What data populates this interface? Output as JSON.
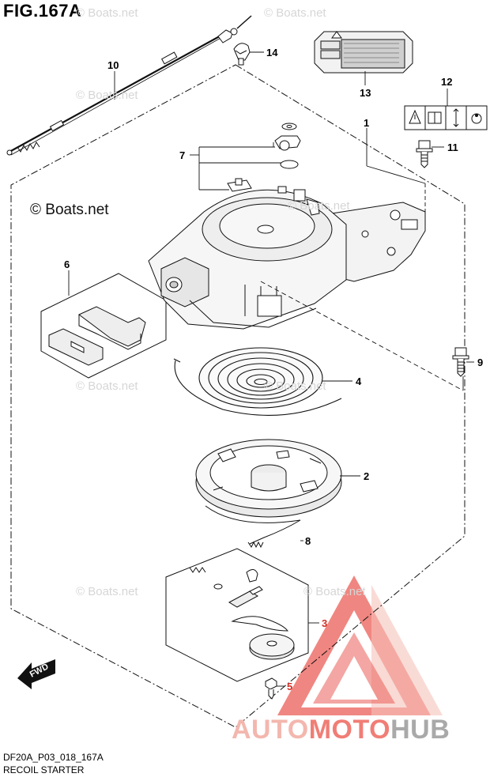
{
  "figure": {
    "title": "FIG.167A",
    "code": "DF20A_P03_018_167A",
    "caption": "RECOIL STARTER"
  },
  "watermark": {
    "main": "© Boats.net",
    "faint": "© Boats.net"
  },
  "brand": {
    "part1": "AUTO",
    "part2": "MOTO",
    "part3": "HUB"
  },
  "fwd_label": "FWD",
  "callouts": [
    {
      "id": "1",
      "part": "recoil-starter-assembly"
    },
    {
      "id": "2",
      "part": "reel"
    },
    {
      "id": "3",
      "part": "ratchet-kit"
    },
    {
      "id": "4",
      "part": "recoil-spring"
    },
    {
      "id": "5",
      "part": "screw"
    },
    {
      "id": "6",
      "part": "starter-handle"
    },
    {
      "id": "7",
      "part": "lockout-parts-set"
    },
    {
      "id": "8",
      "part": "starter-rope"
    },
    {
      "id": "9",
      "part": "bolt"
    },
    {
      "id": "10",
      "part": "lockout-cable"
    },
    {
      "id": "11",
      "part": "bolt"
    },
    {
      "id": "12",
      "part": "caution-label"
    },
    {
      "id": "13",
      "part": "warning-label"
    },
    {
      "id": "14",
      "part": "clip"
    }
  ],
  "colors": {
    "line": "#1a1a1a",
    "callout_red": "#d03028",
    "logo_red": "#e8423a",
    "logo_pink": "#f4b8ae"
  }
}
